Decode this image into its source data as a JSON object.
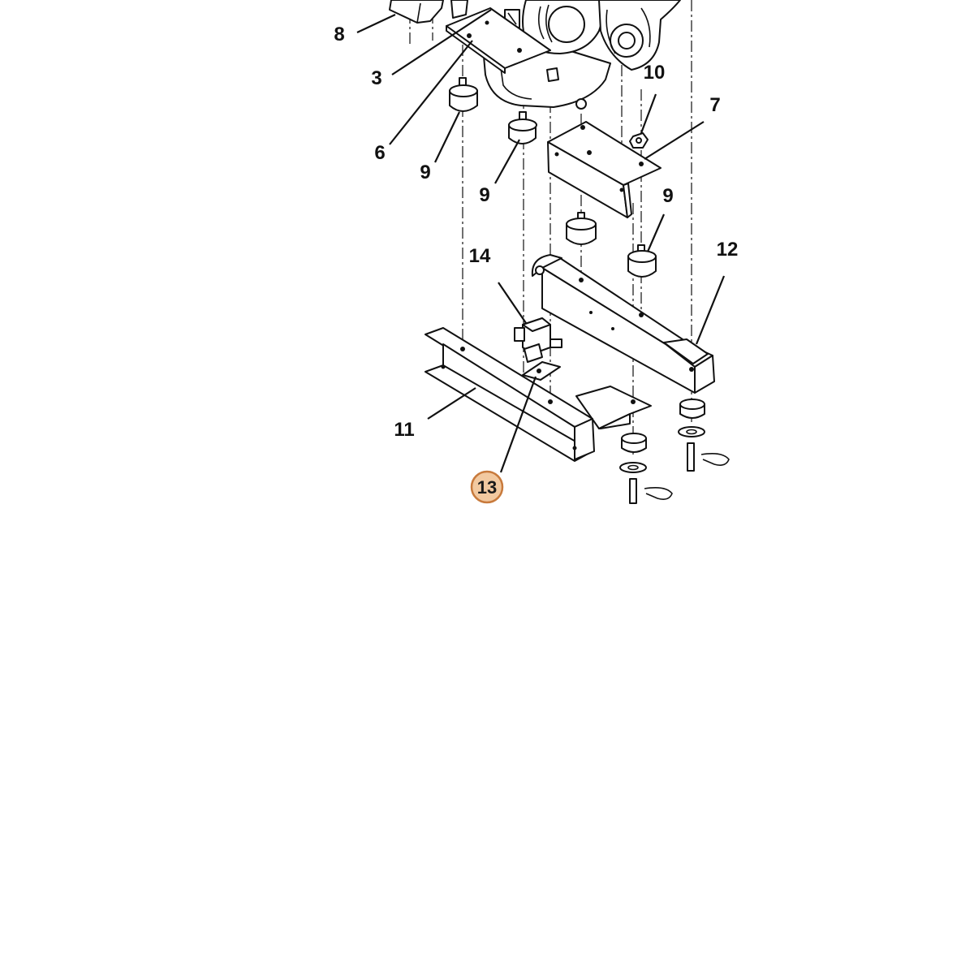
{
  "callouts": {
    "c8": "8",
    "c3": "3",
    "c6": "6",
    "c9a": "9",
    "c9b": "9",
    "c9c": "9",
    "c10": "10",
    "c7": "7",
    "c14": "14",
    "c12": "12",
    "c11": "11",
    "c13": "13"
  },
  "highlight": {
    "fill": "#f2c9a0",
    "stroke": "#c87a3c"
  }
}
